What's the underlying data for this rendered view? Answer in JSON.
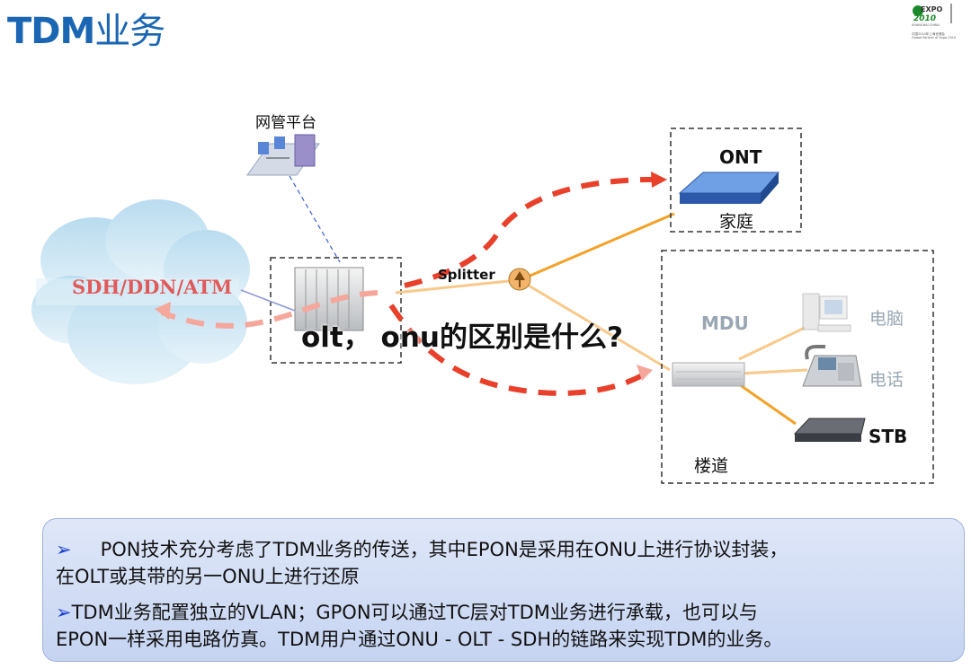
{
  "slide": {
    "title_latin": "TDM",
    "title_cn": "业务",
    "overlay_title": "olt， onu的区别是什么?"
  },
  "logo": {
    "expo_text": "EXPO",
    "year_text": "2010",
    "line1": "SHANGHAI CHINA",
    "line2": "中国2010年上海世博会",
    "line3": "Global Partner of Expo 2010"
  },
  "diagram": {
    "nms_label": "网管平台",
    "cloud_label": "SDH/DDN/ATM",
    "splitter_label": "Splitter",
    "ont_label": "ONT",
    "home_label": "家庭",
    "mdu_label": "MDU",
    "pc_label": "电脑",
    "phone_label": "电话",
    "stb_label": "STB",
    "building_label": "楼道",
    "colors": {
      "orange_line": "#f2a228",
      "light_orange_line": "#f8c98a",
      "red_dash": "#e8402a",
      "pink_dash": "#f4a79a",
      "cloud_fill": "#cfe7f4",
      "blue_dash": "#3a5fd0"
    }
  },
  "notes": {
    "bullet": "➢",
    "line1a": "PON技术充分考虑了TDM业务的传送，其中EPON是采用在ONU上进行协议封装，",
    "line1b": "在OLT或其带的另一ONU上进行还原",
    "line2a": "TDM业务配置独立的VLAN；GPON可以通过TC层对TDM业务进行承载，也可以与",
    "line2b": "EPON一样采用电路仿真。TDM用户通过ONU - OLT - SDH的链路来实现TDM的业务。"
  }
}
